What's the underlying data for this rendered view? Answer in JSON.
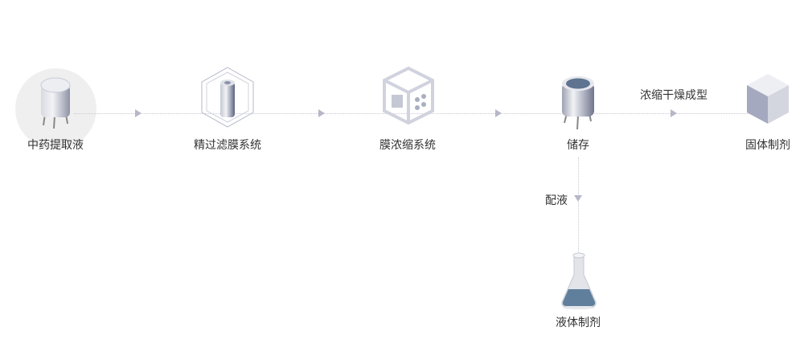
{
  "nodes": [
    {
      "label": "中药提取液",
      "icon": "extraction-tank-icon"
    },
    {
      "label": "精过滤膜系统",
      "icon": "filter-membrane-icon"
    },
    {
      "label": "膜浓缩系统",
      "icon": "membrane-frame-icon"
    },
    {
      "label": "储存",
      "icon": "storage-tank-icon"
    },
    {
      "label": "固体制剂",
      "icon": "cube-icon"
    },
    {
      "label": "液体制剂",
      "icon": "flask-icon"
    }
  ],
  "edges": {
    "dry_label": "浓缩干燥成型",
    "mix_label": "配液"
  },
  "colors": {
    "line": "#c8c8d2",
    "arrow": "#b6b8c8",
    "highlight": "#efefef"
  }
}
